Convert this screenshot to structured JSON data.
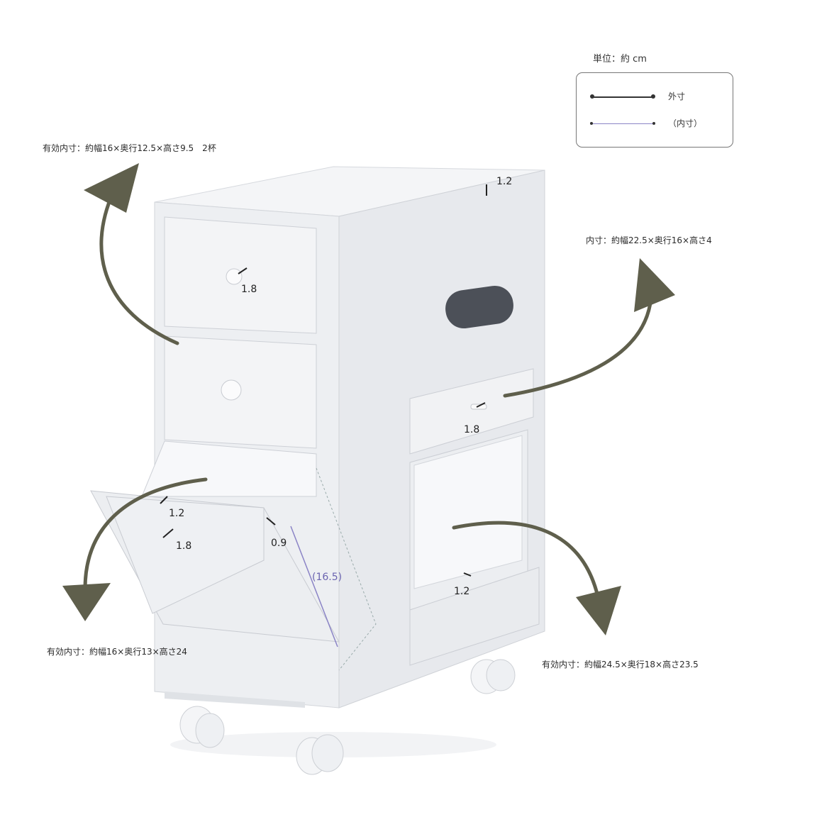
{
  "legend": {
    "title": "単位：約 cm",
    "outer_label": "外寸",
    "inner_label": "（内寸）"
  },
  "annotations": {
    "top_left_drawers": "有効内寸：約幅16×奥行12.5×高さ9.5　2杯",
    "right_drawer": "内寸：約幅22.5×奥行16×高さ4",
    "tilt_bin": "有効内寸：約幅16×奥行13×高さ24",
    "right_shelf": "有効内寸：約幅24.5×奥行18×高さ23.5"
  },
  "dimensions": {
    "top_panel": "1.2",
    "knob_top": "1.8",
    "knob_right": "1.8",
    "bin_edge": "1.2",
    "bin_knob": "1.8",
    "bin_side": "0.9",
    "bin_diagonal": "(16.5)",
    "shelf_bottom": "1.2"
  },
  "colors": {
    "cabinet": "#eef0f3",
    "cabinet_shadow": "#d8dbe0",
    "arrow": "#5f5f4c",
    "inner_line": "#8b84c6"
  }
}
